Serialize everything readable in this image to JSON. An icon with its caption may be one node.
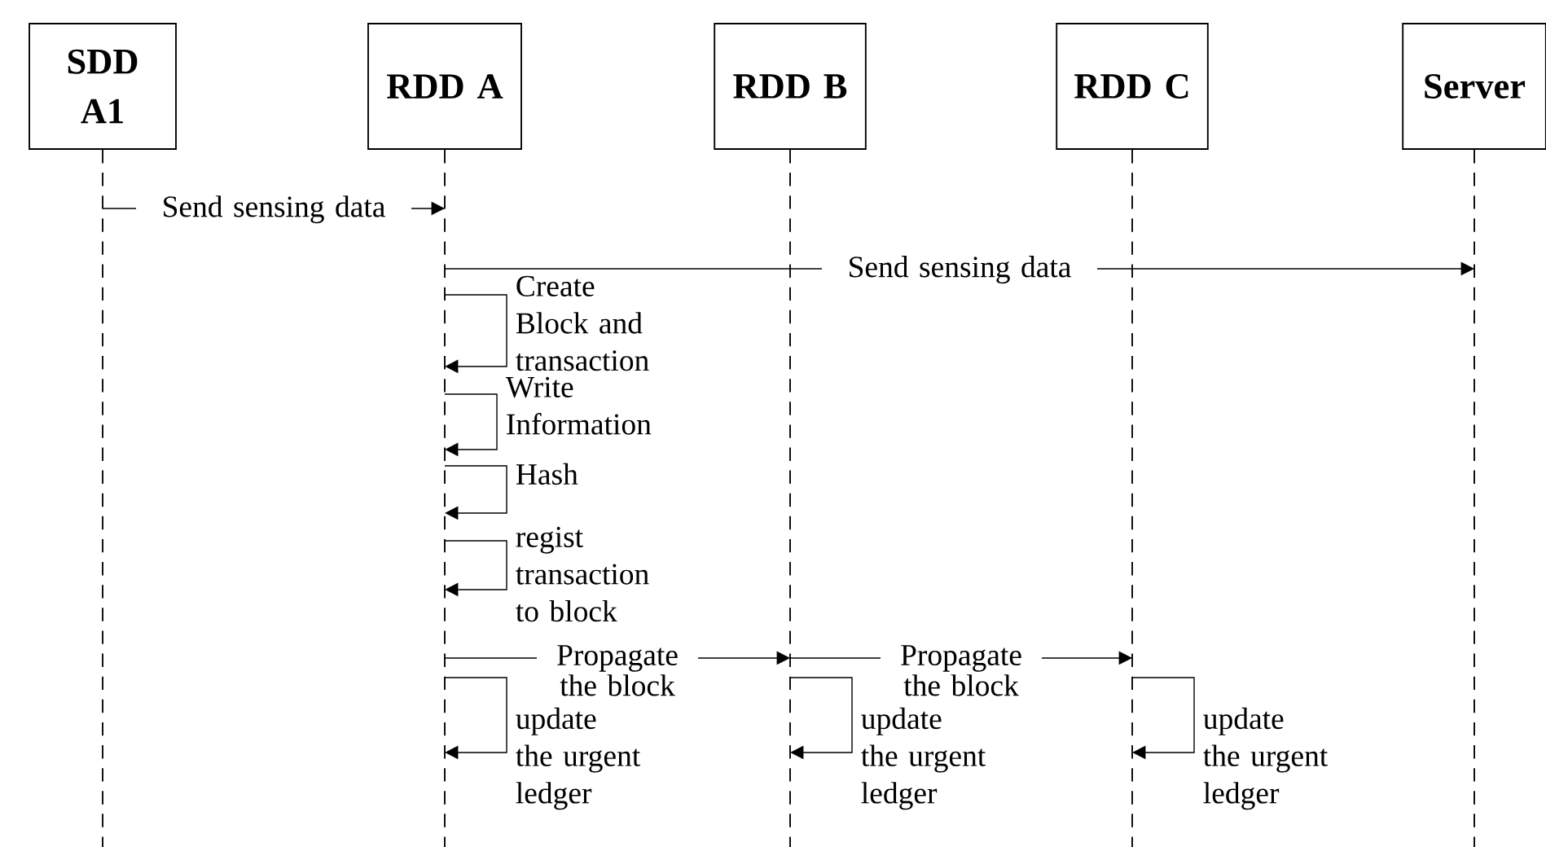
{
  "diagram": {
    "nodes": [
      {
        "text": [
          "SDD A1"
        ]
      },
      {
        "text": [
          "RDD A"
        ]
      },
      {
        "text": [
          "RDD B"
        ]
      },
      {
        "text": [
          "RDD C"
        ]
      },
      {
        "text": [
          "Server"
        ]
      },
      {
        "text": [],
        "shape": "line"
      },
      {
        "text": [],
        "shape": "line"
      },
      {
        "text": [],
        "shape": "line"
      },
      {
        "text": [],
        "shape": "line"
      },
      {
        "text": [],
        "shape": "line"
      }
    ],
    "edges": [
      {
        "from": 5,
        "to": 6,
        "arrow": "to",
        "label": "Send sensing data"
      },
      {
        "from": 6,
        "to": 9,
        "arrow": "to",
        "label": "Send sensing data"
      },
      {
        "from": 6,
        "to": 6,
        "arrow": "to",
        "label": "Create Block and transaction"
      },
      {
        "from": 6,
        "to": 6,
        "arrow": "to",
        "label": "Write Information"
      },
      {
        "from": 6,
        "to": 6,
        "arrow": "to",
        "label": "Hash"
      },
      {
        "from": 6,
        "to": 6,
        "arrow": "to",
        "label": "regist transaction to block"
      },
      {
        "from": 6,
        "to": 7,
        "arrow": "to",
        "label": "Propagate the block"
      },
      {
        "from": 7,
        "to": 8,
        "arrow": "to",
        "label": "Propagate the block"
      },
      {
        "from": 6,
        "to": 6,
        "arrow": "to",
        "label": "update the urgent ledger"
      },
      {
        "from": 7,
        "to": 7,
        "arrow": "to",
        "label": "update the urgent ledger"
      },
      {
        "from": 8,
        "to": 8,
        "arrow": "to",
        "label": "update the urgent ledger"
      }
    ]
  }
}
